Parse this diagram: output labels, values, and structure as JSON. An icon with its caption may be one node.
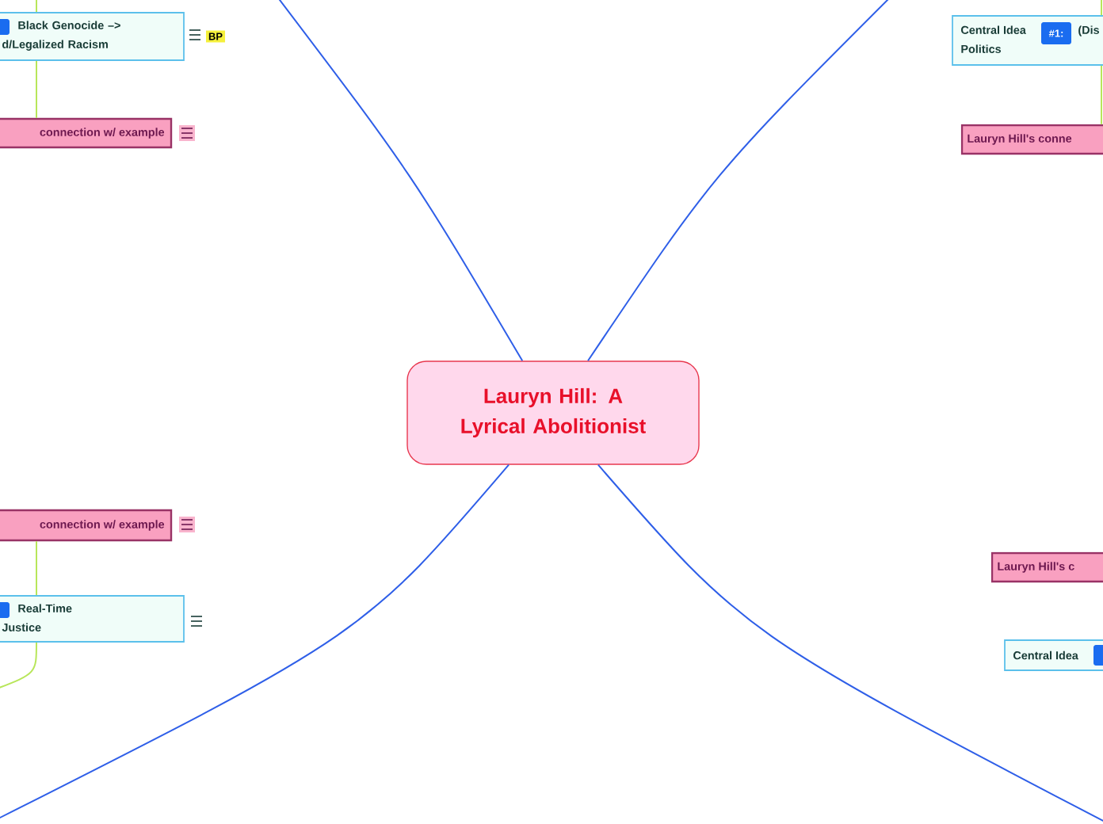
{
  "diagram": {
    "nodes": [
      {
        "text": [
          "Lauryn Hill: A Lyrical Abolitionist"
        ]
      },
      {
        "text": [
          "Black Genocide –> d/Legalized Racism"
        ],
        "beside": [
          "BP"
        ]
      },
      {
        "text": [
          "connection w/ example"
        ]
      },
      {
        "text": [
          "connection w/ example"
        ]
      },
      {
        "text": [
          "Real-Time Justice"
        ]
      },
      {
        "text": [
          "Central Idea",
          "#1:",
          "(Dis Politics"
        ]
      },
      {
        "text": [
          "Lauryn Hill's conne"
        ]
      },
      {
        "text": [
          "Lauryn Hill's c"
        ]
      },
      {
        "text": [
          "Central Idea"
        ]
      }
    ],
    "edges": [
      {
        "from": 0,
        "to": null,
        "arrow": "none",
        "color": "#2f5fe8"
      },
      {
        "from": 0,
        "to": null,
        "arrow": "none",
        "color": "#2f5fe8"
      },
      {
        "from": 0,
        "to": null,
        "arrow": "none",
        "color": "#2f5fe8"
      },
      {
        "from": 0,
        "to": null,
        "arrow": "none",
        "color": "#2f5fe8"
      },
      {
        "from": 1,
        "to": null,
        "arrow": "none",
        "color": "#b8e65a"
      },
      {
        "from": 1,
        "to": 2,
        "arrow": "none",
        "color": "#b8e65a"
      },
      {
        "from": 3,
        "to": 4,
        "arrow": "none",
        "color": "#b8e65a"
      },
      {
        "from": 4,
        "to": null,
        "arrow": "none",
        "color": "#b8e65a"
      },
      {
        "from": 5,
        "to": null,
        "arrow": "none",
        "color": "#b8e65a"
      },
      {
        "from": 5,
        "to": 6,
        "arrow": "none",
        "color": "#b8e65a"
      }
    ]
  }
}
